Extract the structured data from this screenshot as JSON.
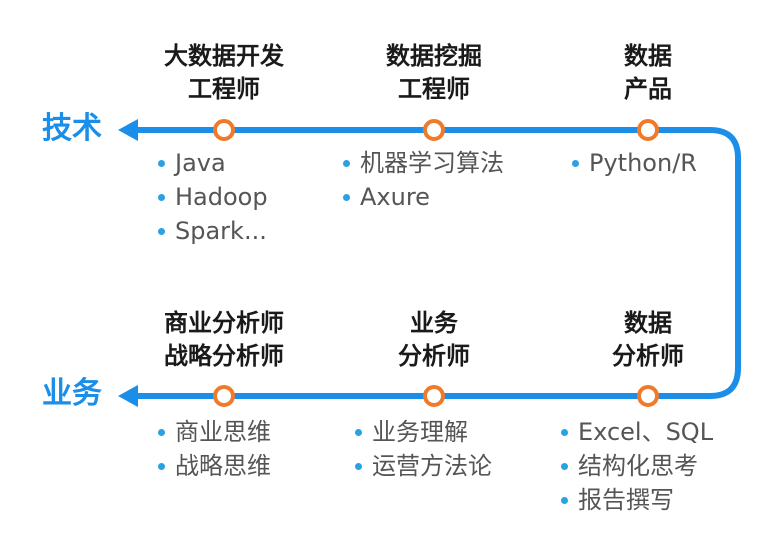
{
  "colors": {
    "line": "#1a8ee8",
    "node_stroke": "#f07a2a",
    "node_fill": "#ffffff",
    "bullet": "#2aa1e3",
    "track_label": "#1a8ee8"
  },
  "tracks": {
    "top": {
      "label": "技术"
    },
    "bottom": {
      "label": "业务"
    }
  },
  "roles": {
    "top": [
      {
        "lines": [
          "大数据开发",
          "工程师"
        ],
        "skills": [
          "Java",
          "Hadoop",
          "Spark..."
        ]
      },
      {
        "lines": [
          "数据挖掘",
          "工程师"
        ],
        "skills": [
          "机器学习算法",
          "Axure"
        ]
      },
      {
        "lines": [
          "数据",
          "产品"
        ],
        "skills": [
          "Python/R"
        ]
      }
    ],
    "bottom": [
      {
        "lines": [
          "商业分析师",
          "战略分析师"
        ],
        "skills": [
          "商业思维",
          "战略思维"
        ]
      },
      {
        "lines": [
          "业务",
          "分析师"
        ],
        "skills": [
          "业务理解",
          "运营方法论"
        ]
      },
      {
        "lines": [
          "数据",
          "分析师"
        ],
        "skills": [
          "Excel、SQL",
          "结构化思考",
          "报告撰写"
        ]
      }
    ]
  }
}
